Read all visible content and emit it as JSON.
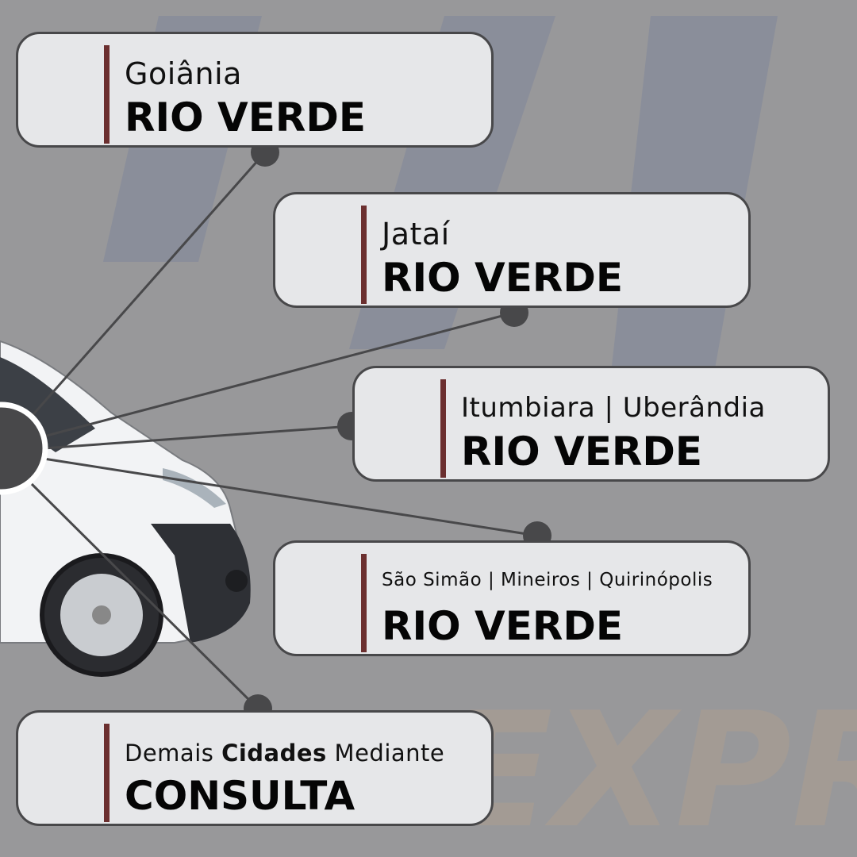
{
  "watermark": "EXPR",
  "colors": {
    "background": "#98989a",
    "card": "#e6e7e9",
    "accent_bar": "#6b2f2f",
    "connector": "#48484a"
  },
  "routes": [
    {
      "origin": "Goiânia",
      "destination": "RIO VERDE"
    },
    {
      "origin": "Jataí",
      "destination": "RIO VERDE"
    },
    {
      "origin": "Itumbiara | Uberândia",
      "destination": "RIO VERDE"
    },
    {
      "origin": "São Simão | Mineiros | Quirinópolis",
      "destination": "RIO VERDE"
    }
  ],
  "other": {
    "prefix": "Demais",
    "bold": "Cidades",
    "suffix": "Mediante",
    "destination": "CONSULTA"
  }
}
